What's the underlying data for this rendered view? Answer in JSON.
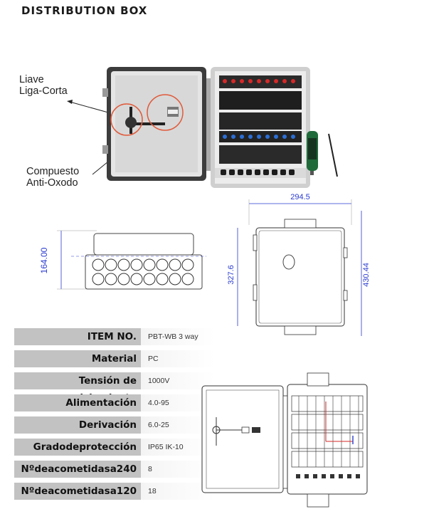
{
  "title": "DISTRIBUTION BOX",
  "callouts": {
    "liave_line1": "Liave",
    "liave_line2": "Liga-Corta",
    "compuesto_line1": "Compuesto",
    "compuesto_line2": "Anti-Oxodo"
  },
  "dimensions": {
    "height_side": "164.00",
    "width_top": "294.5",
    "inner_height": "327.6",
    "overall_height": "430.44"
  },
  "specs": [
    {
      "label": "ITEM NO.",
      "value": "PBT-WB 3 way"
    },
    {
      "label": "Material",
      "value": "PC"
    },
    {
      "label": "Tensión de aislamiento",
      "value": "1000V"
    },
    {
      "label": "Alimentación",
      "value": "4.0-95"
    },
    {
      "label": "Derivación",
      "value": "6.0-25"
    },
    {
      "label": "Gradodeprotección",
      "value": "IP65  IK-10"
    },
    {
      "label": "Nºdeacometidasa240",
      "value": "8"
    },
    {
      "label": "Nºdeacometidasa120",
      "value": "18"
    }
  ],
  "colors": {
    "dimension_blue": "#2a3bd0",
    "callout_circle": "#e05a3a",
    "table_label_bg": "#c2c2c2"
  }
}
